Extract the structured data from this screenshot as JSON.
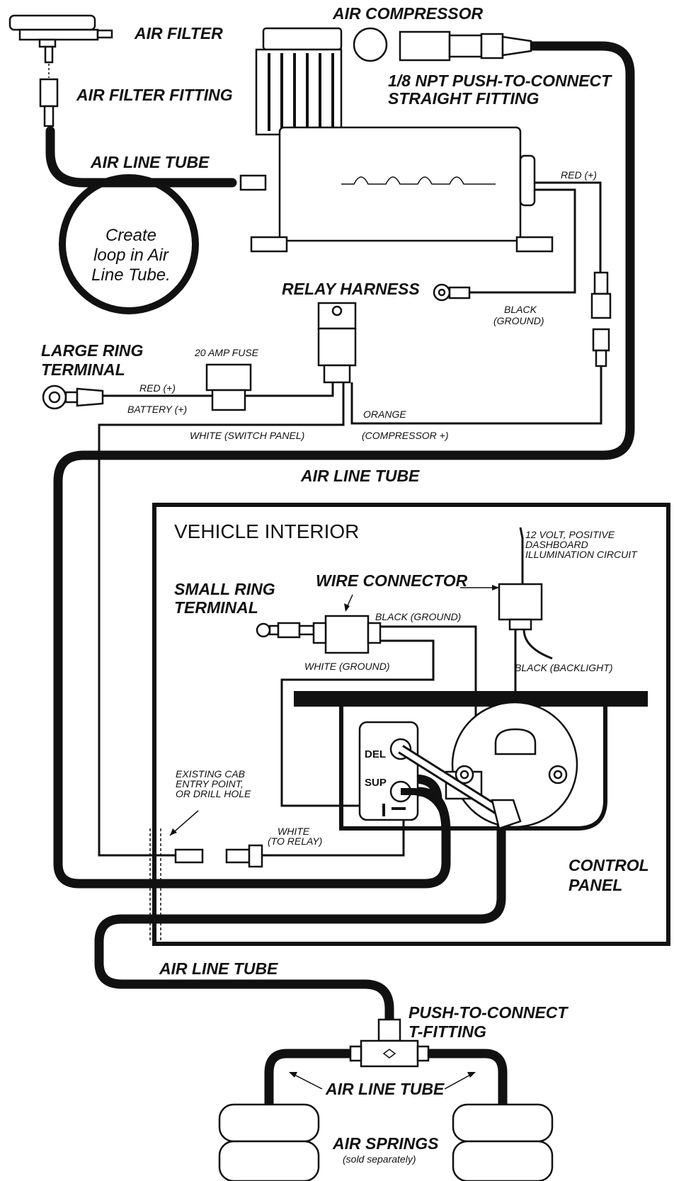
{
  "labels": {
    "air_compressor": "AIR COMPRESSOR",
    "air_filter": "AIR FILTER",
    "air_filter_fitting": "AIR FILTER FITTING",
    "npt_fitting_1": "1/8 NPT PUSH-TO-CONNECT",
    "npt_fitting_2": "STRAIGHT FITTING",
    "air_line_tube": "AIR LINE TUBE",
    "loop_note_1": "Create",
    "loop_note_2": "loop in Air",
    "loop_note_3": "Line Tube.",
    "red_plus_top": "RED (+)",
    "relay_harness": "RELAY HARNESS",
    "black_ground_1": "BLACK",
    "black_ground_2": "(GROUND)",
    "large_ring_1": "LARGE RING",
    "large_ring_2": "TERMINAL",
    "fuse": "20 AMP FUSE",
    "red_plus": "RED (+)",
    "battery_plus": "BATTERY (+)",
    "orange": "ORANGE",
    "white_switch_panel": "WHITE (SWITCH PANEL)",
    "compressor_plus": "(COMPRESSOR +)",
    "vehicle_interior": "VEHICLE INTERIOR",
    "dash_1": "12 VOLT, POSITIVE",
    "dash_2": "DASHBOARD",
    "dash_3": "ILLUMINATION CIRCUIT",
    "small_ring_1": "SMALL RING",
    "small_ring_2": "TERMINAL",
    "wire_connector": "WIRE CONNECTOR",
    "black_ground_wc": "BLACK (GROUND)",
    "white_ground": "WHITE (GROUND)",
    "black_backlight": "BLACK (BACKLIGHT)",
    "del": "DEL",
    "sup": "SUP",
    "cab_1": "EXISTING CAB",
    "cab_2": "ENTRY POINT,",
    "cab_3": "OR DRILL HOLE",
    "white_relay_1": "WHITE",
    "white_relay_2": "(TO RELAY)",
    "control_panel_1": "CONTROL",
    "control_panel_2": "PANEL",
    "t_fitting_1": "PUSH-TO-CONNECT",
    "t_fitting_2": "T-FITTING",
    "air_springs": "AIR SPRINGS",
    "sold_separately": "(sold separately)"
  }
}
